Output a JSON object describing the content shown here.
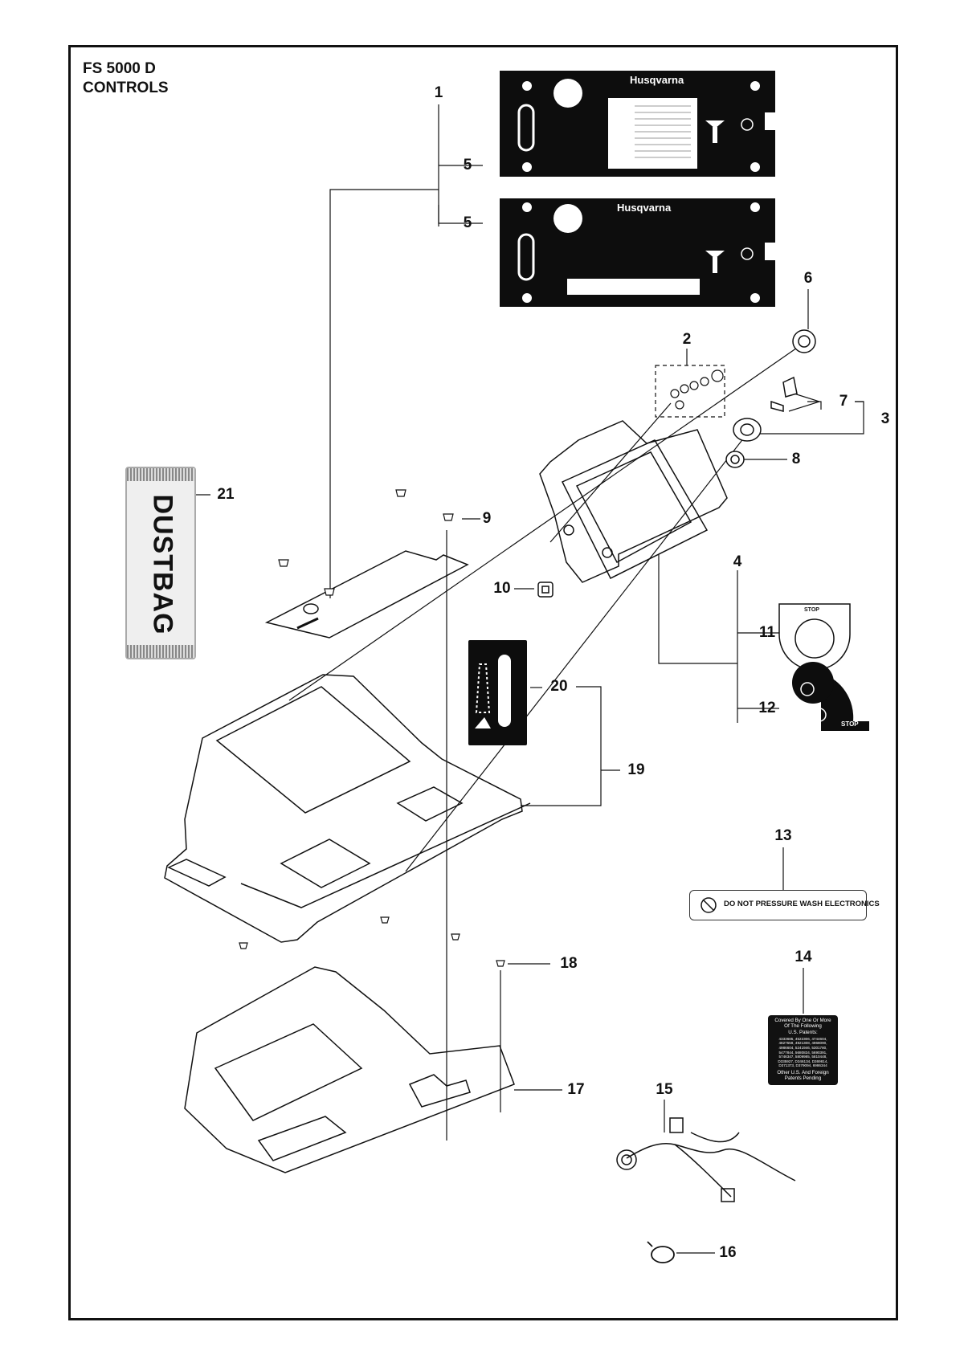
{
  "header": {
    "model": "FS 5000 D",
    "section": "CONTROLS"
  },
  "callouts": {
    "p1": "1",
    "p2": "2",
    "p3": "3",
    "p4": "4",
    "p5a": "5",
    "p5b": "5",
    "p6": "6",
    "p7": "7",
    "p8": "8",
    "p9": "9",
    "p10": "10",
    "p11": "11",
    "p12": "12",
    "p13": "13",
    "p14": "14",
    "p15": "15",
    "p16": "16",
    "p17": "17",
    "p18": "18",
    "p19": "19",
    "p20": "20",
    "p21": "21"
  },
  "parts": {
    "dustbag_label": "DUSTBAG",
    "decal_brand": "Husqvarna",
    "stop_label": "STOP",
    "stop_label_12": "STOP",
    "pressure_wash_label": "DO NOT PRESSURE WASH ELECTRONICS",
    "patent_label": {
      "heading_1": "Covered By One Or More",
      "heading_2": "Of The Following",
      "heading_3": "U.S. Patents:",
      "numbers": "4333685, 4522306, 4744604, 4827559, 4921308, 4968090, 4986604, 5241946, 5301780, 5477844, 5680834, 5690391, 5746347, 5809985, 5810448, D335927, D346134, D369814, D371373, D379094, 6986344",
      "footer_1": "Other U.S. And Foreign",
      "footer_2": "Patents Pending"
    }
  },
  "colors": {
    "ink": "#111111",
    "decal_black": "#0d0d0d",
    "paper": "#ffffff"
  }
}
